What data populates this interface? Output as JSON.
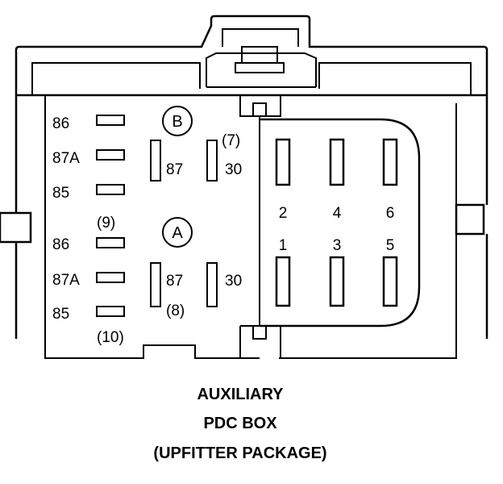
{
  "relay_b": {
    "circle_label": "B",
    "term_86": "86",
    "term_87a": "87A",
    "term_85": "85",
    "term_87": "87",
    "term_30": "30",
    "position_label": "(7)"
  },
  "relay_a": {
    "circle_label": "A",
    "term_86": "86",
    "term_87a": "87A",
    "term_85": "85",
    "term_87": "87",
    "term_30": "30",
    "position_label": "(8)"
  },
  "position_labels": {
    "p9": "(9)",
    "p10": "(10)"
  },
  "fuse_slots": {
    "top_row": [
      "2",
      "4",
      "6"
    ],
    "bottom_row": [
      "1",
      "3",
      "5"
    ]
  },
  "caption": {
    "line1": "AUXILIARY",
    "line2": "PDC BOX",
    "line3": "(UPFITTER PACKAGE)"
  }
}
